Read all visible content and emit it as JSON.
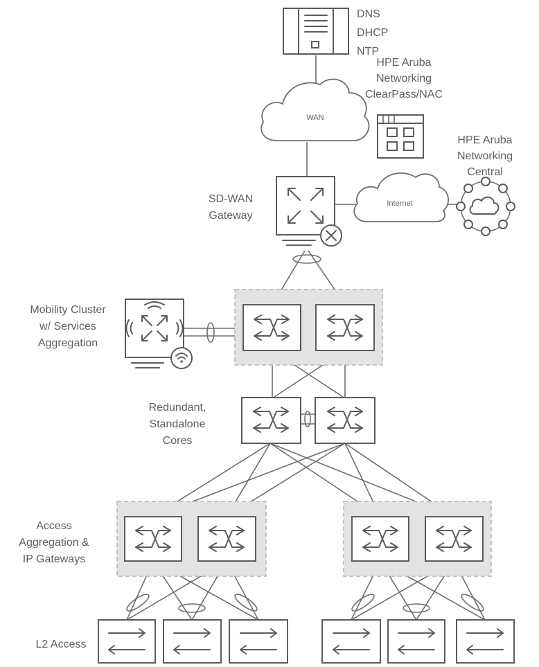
{
  "services": {
    "dns": "DNS",
    "dhcp": "DHCP",
    "ntp": "NTP"
  },
  "clouds": {
    "wan": "WAN",
    "internet": "Internet"
  },
  "clearpass": {
    "line1": "HPE Aruba",
    "line2": "Networking",
    "line3": "ClearPass/NAC"
  },
  "central": {
    "line1": "HPE Aruba",
    "line2": "Networking",
    "line3": "Central"
  },
  "sdwan": {
    "line1": "SD-WAN",
    "line2": "Gateway"
  },
  "mobility": {
    "line1": "Mobility Cluster",
    "line2": "w/ Services",
    "line3": "Aggregation"
  },
  "cores": {
    "line1": "Redundant,",
    "line2": "Standalone",
    "line3": "Cores"
  },
  "access_agg": {
    "line1": "Access",
    "line2": "Aggregation &",
    "line3": "IP Gateways"
  },
  "l2": {
    "label": "L2 Access"
  }
}
